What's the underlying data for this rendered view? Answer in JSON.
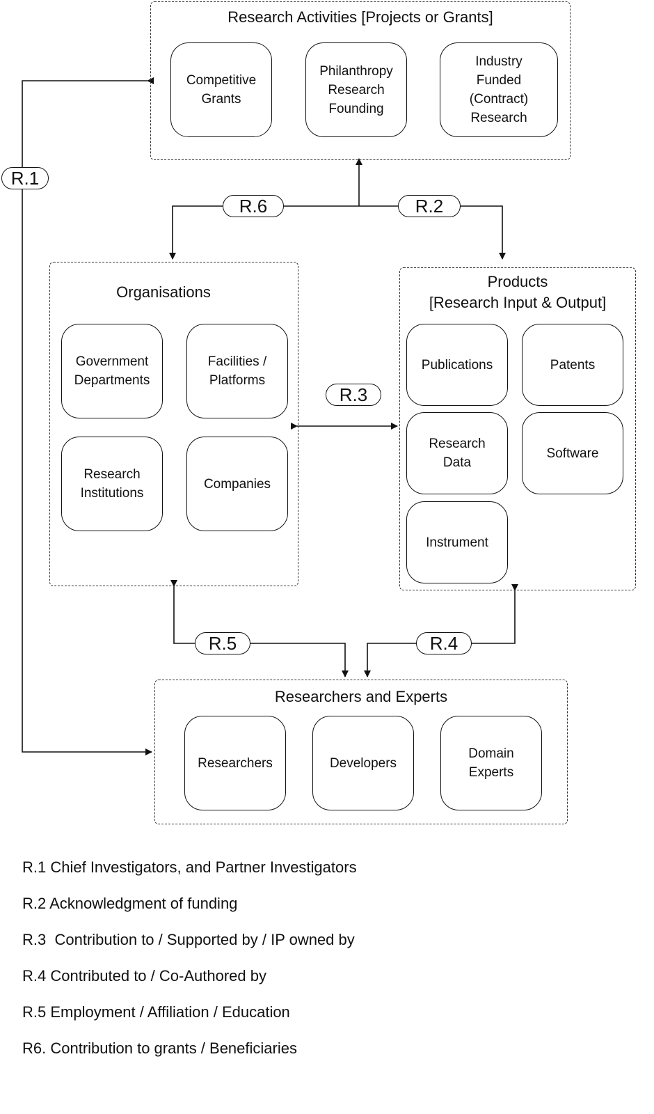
{
  "groups": {
    "research_activities": {
      "title": "Research Activities [Projects or Grants]",
      "items": [
        "Competitive\nGrants",
        "Philanthropy\nResearch\nFounding",
        "Industry\nFunded\n(Contract)\nResearch"
      ]
    },
    "organisations": {
      "title": "Organisations",
      "items": [
        "Government\nDepartments",
        "Facilities /\nPlatforms",
        "Research\nInstitutions",
        "Companies"
      ]
    },
    "products": {
      "title": "Products\n[Research Input & Output]",
      "items": [
        "Publications",
        "Patents",
        "Research\nData",
        "Software",
        "Instrument"
      ]
    },
    "researchers": {
      "title": "Researchers and Experts",
      "items": [
        "Researchers",
        "Developers",
        "Domain\nExperts"
      ]
    }
  },
  "relations": {
    "r1": "R.1",
    "r2": "R.2",
    "r3": "R.3",
    "r4": "R.4",
    "r5": "R.5",
    "r6": "R.6"
  },
  "legend": [
    "R.1 Chief Investigators, and Partner Investigators",
    "R.2 Acknowledgment of funding",
    "R.3  Contribution to / Supported by / IP owned by",
    "R.4 Contributed to / Co-Authored by",
    "R.5 Employment / Affiliation / Education",
    "R6. Contribution to grants / Beneficiaries"
  ]
}
